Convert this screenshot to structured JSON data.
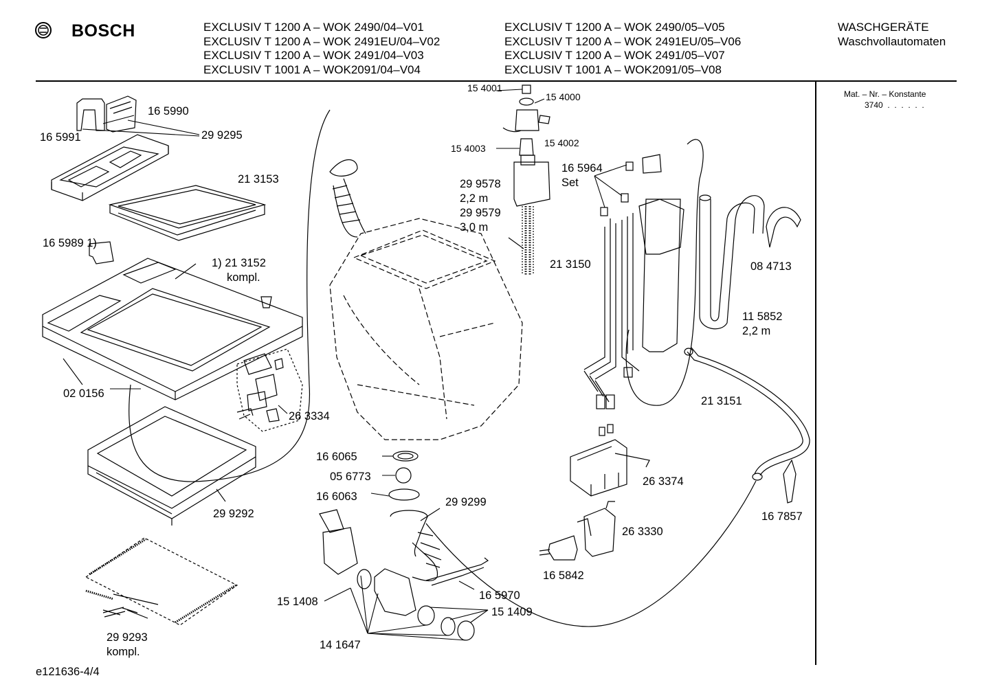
{
  "header": {
    "brand": "BOSCH",
    "models_col1": [
      "EXCLUSIV T 1200 A – WOK 2490/04–V01",
      "EXCLUSIV T 1200 A – WOK 2491EU/04–V02",
      "EXCLUSIV T 1200 A – WOK 2491/04–V03",
      "EXCLUSIV T 1001 A – WOK2091/04–V04"
    ],
    "models_col2": [
      "EXCLUSIV T 1200 A – WOK 2490/05–V05",
      "EXCLUSIV T 1200 A – WOK 2491EU/05–V06",
      "EXCLUSIV T 1200 A – WOK 2491/05–V07",
      "EXCLUSIV T 1001 A – WOK2091/05–V08"
    ],
    "category": "WASCHGERÄTE",
    "subcategory": "Waschvollautomaten"
  },
  "sidebar": {
    "mat_label": "Mat. – Nr. – Konstante",
    "mat_value": "3740  .  .  .  .  .  ."
  },
  "footer": {
    "drawing_id": "e121636-4/4"
  },
  "parts": {
    "p165990": "16 5990",
    "p165991": "16 5991",
    "p299295": "29 9295",
    "p213153": "21 3153",
    "p1659891": "16 5989 1)",
    "p213152a": "1) 21 3152",
    "p213152b": "kompl.",
    "p020156": "02 0156",
    "p263334": "26 3334",
    "p299292": "29 9292",
    "p299293a": "29 9293",
    "p299293b": "kompl.",
    "p154001": "15 4001",
    "p154000": "15 4000",
    "p154003": "15 4003",
    "p154002": "15 4002",
    "p299578": "29 9578",
    "len22a": "2,2 m",
    "p299579": "29 9579",
    "len30": "3,0 m",
    "p165964": "16 5964",
    "set": "Set",
    "p213150": "21 3150",
    "p084713": "08 4713",
    "p115852": "11 5852",
    "len22b": "2,2 m",
    "p213151": "21 3151",
    "p263374": "26 3374",
    "p167857": "16 7857",
    "p263330": "26 3330",
    "p165842": "16 5842",
    "p166065": "16 6065",
    "p056773": "05 6773",
    "p166063": "16 6063",
    "p299299": "29 9299",
    "p165970": "16 5970",
    "p151408": "15 1408",
    "p151409": "15 1409",
    "p141647": "14 1647"
  }
}
